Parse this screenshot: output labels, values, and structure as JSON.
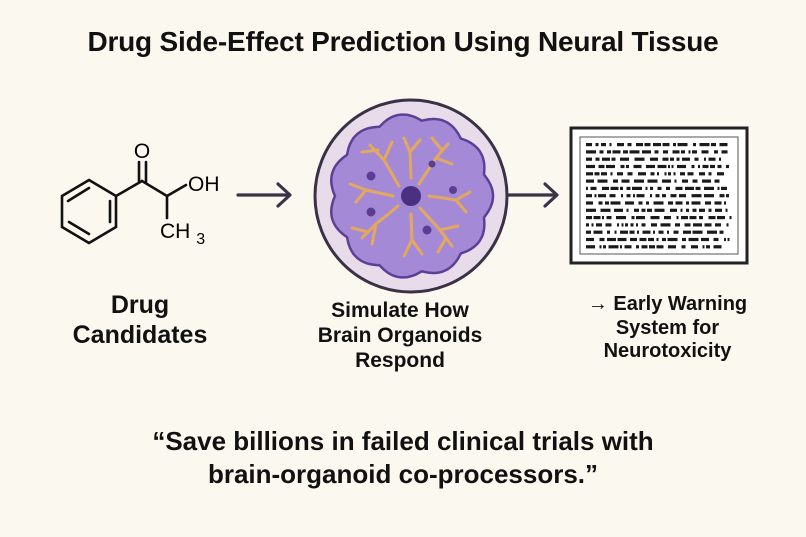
{
  "title": "Drug Side-Effect Prediction Using Neural Tissue",
  "molecule": {
    "oh_label": "OH",
    "ch3_label": "CH3"
  },
  "stages": [
    {
      "label": "Drug\nCandidates"
    },
    {
      "label": "Simulate How\nBrain Organoids\nRespond"
    },
    {
      "label": "→ Early Warning\nSystem for\nNeurotoxicity"
    }
  ],
  "quote": "“Save billions in failed clinical trials with\nbrain-organoid co-processors.”",
  "colors": {
    "background": "#fbf8f0",
    "arrow": "#3a3348",
    "organoid_outer": "#e9dcea",
    "organoid_body": "#a48ad6",
    "neurite": "#e3a85e",
    "nucleus": "#4b2f80"
  }
}
